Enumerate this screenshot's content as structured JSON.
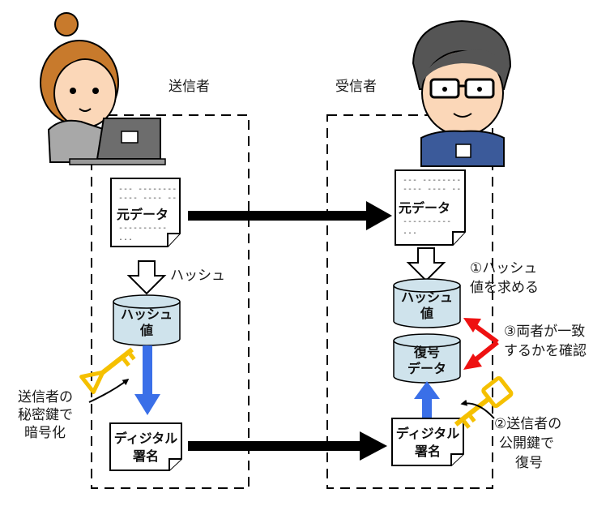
{
  "labels": {
    "sender": "送信者",
    "receiver": "受信者",
    "hash_step": "ハッシュ",
    "sender_original": "元データ",
    "receiver_original": "元データ",
    "sender_hash_l1": "ハッシュ",
    "sender_hash_l2": "値",
    "receiver_hash_l1": "ハッシュ",
    "receiver_hash_l2": "値",
    "decrypted_l1": "復号",
    "decrypted_l2": "データ",
    "sender_sig_l1": "ディジタル",
    "sender_sig_l2": "署名",
    "receiver_sig_l1": "ディジタル",
    "receiver_sig_l2": "署名"
  },
  "annotations": {
    "encrypt_l1": "送信者の",
    "encrypt_l2": "秘密鍵で",
    "encrypt_l3": "暗号化",
    "step1_l1": "①ハッシュ",
    "step1_l2": "値を求める",
    "step2_l1": "②送信者の",
    "step2_l2": "公開鍵で",
    "step2_l3": "復号",
    "step3_l1": "③両者が一致",
    "step3_l2": "するかを確認"
  },
  "doc_lines": {
    "l1": "---  --------",
    "l2": "----  ---- --",
    "l3": "----------",
    "l4": "..."
  },
  "colors": {
    "cylinder_fill": "#cfe3ec",
    "blue_arrow": "#3a6fe8",
    "red_arrow": "#ee1111",
    "key": "#f5c000"
  }
}
